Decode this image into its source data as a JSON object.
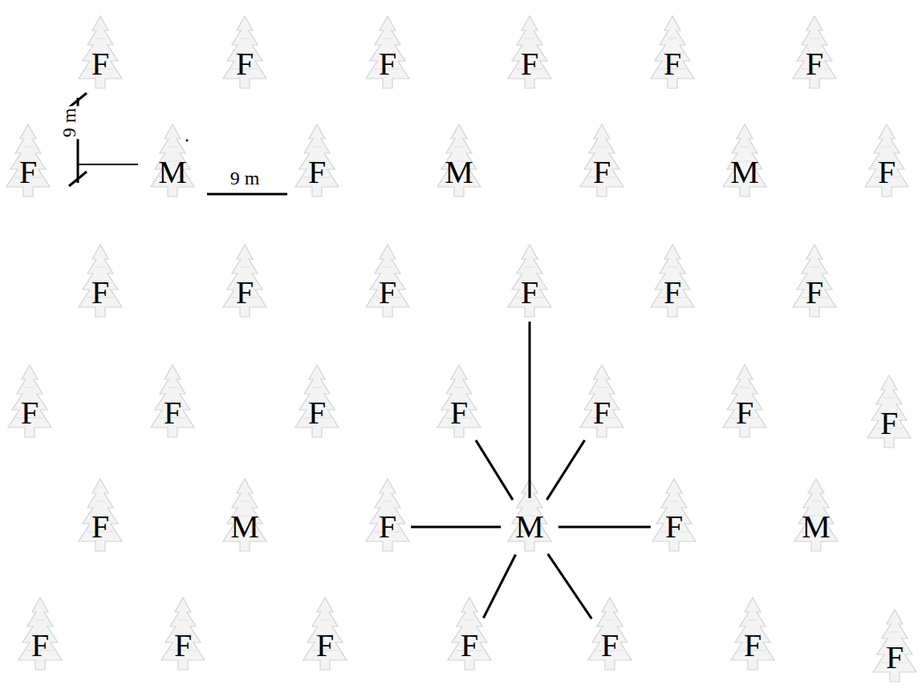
{
  "diagram": {
    "nodes": [
      {
        "text": [
          "F"
        ]
      },
      {
        "text": [
          "F"
        ]
      },
      {
        "text": [
          "F"
        ]
      },
      {
        "text": [
          "F"
        ]
      },
      {
        "text": [
          "F"
        ]
      },
      {
        "text": [
          "F"
        ]
      },
      {
        "text": [
          "F"
        ]
      },
      {
        "text": [
          "M"
        ]
      },
      {
        "text": [
          "F"
        ]
      },
      {
        "text": [
          "M"
        ]
      },
      {
        "text": [
          "F"
        ]
      },
      {
        "text": [
          "M"
        ]
      },
      {
        "text": [
          "F"
        ]
      },
      {
        "text": [
          "F"
        ]
      },
      {
        "text": [
          "F"
        ]
      },
      {
        "text": [
          "F"
        ]
      },
      {
        "text": [
          "F"
        ]
      },
      {
        "text": [
          "F"
        ]
      },
      {
        "text": [
          "F"
        ]
      },
      {
        "text": [
          "F"
        ]
      },
      {
        "text": [
          "F"
        ]
      },
      {
        "text": [
          "F"
        ]
      },
      {
        "text": [
          "F"
        ]
      },
      {
        "text": [
          "F"
        ]
      },
      {
        "text": [
          "F"
        ]
      },
      {
        "text": [
          "F"
        ]
      },
      {
        "text": [
          "F"
        ]
      },
      {
        "text": [
          "M"
        ]
      },
      {
        "text": [
          "F"
        ]
      },
      {
        "text": [
          "M"
        ]
      },
      {
        "text": [
          "F"
        ]
      },
      {
        "text": [
          "M"
        ]
      },
      {
        "text": [
          "F"
        ]
      },
      {
        "text": [
          "F"
        ]
      },
      {
        "text": [
          "F"
        ]
      },
      {
        "text": [
          "F"
        ]
      },
      {
        "text": [
          "F"
        ]
      },
      {
        "text": [
          "F"
        ]
      },
      {
        "text": [
          "F"
        ]
      }
    ],
    "edges": [
      {
        "from": 29,
        "to": 16,
        "arrow": "none"
      },
      {
        "from": 29,
        "to": 22,
        "arrow": "none"
      },
      {
        "from": 29,
        "to": 23,
        "arrow": "none"
      },
      {
        "from": 29,
        "to": 28,
        "arrow": "none"
      },
      {
        "from": 29,
        "to": 30,
        "arrow": "none"
      },
      {
        "from": 29,
        "to": 35,
        "arrow": "none"
      },
      {
        "from": 29,
        "to": 36,
        "arrow": "none"
      }
    ],
    "labels": [
      "9 m",
      "9 m"
    ]
  }
}
